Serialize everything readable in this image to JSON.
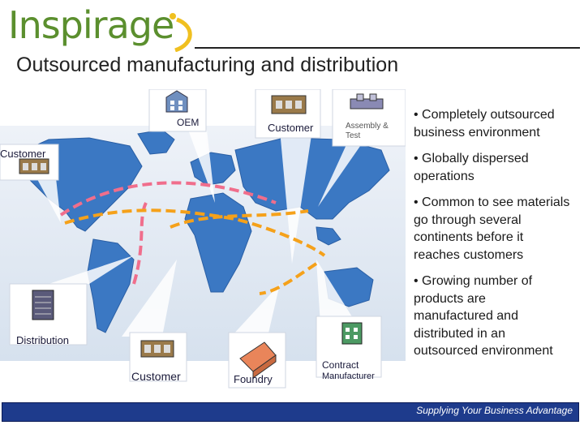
{
  "header": {
    "logo_text": "Inspirage",
    "title": "Outsourced manufacturing and distribution"
  },
  "diagram": {
    "labels": {
      "oem": "OEM",
      "customer_top": "Customer",
      "assembly_line1": "Assembly &",
      "assembly_line2": "Test",
      "customer_left": "Customer",
      "distribution": "Distribution",
      "customer_bottom": "Customer",
      "foundry": "Foundry",
      "contract_line1": "Contract",
      "contract_line2": "Manufacturer"
    },
    "colors": {
      "ocean": "#dde6f1",
      "land": "#3b78c3",
      "route_pink": "#f06e8c",
      "route_orange": "#f5a11a"
    }
  },
  "bullets": [
    "• Completely outsourced\nbusiness environment",
    "• Globally dispersed\noperations",
    "• Common to see materials\ngo through several\ncontinents before it\nreaches customers",
    "• Growing number of\nproducts are\nmanufactured and\ndistributed in an\noutsourced environment"
  ],
  "footer": {
    "tagline": "Supplying Your Business Advantage"
  }
}
